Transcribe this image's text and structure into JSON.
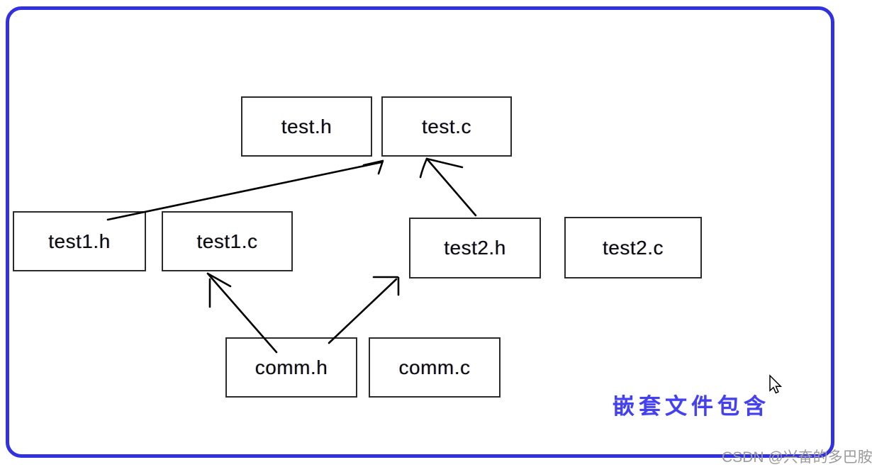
{
  "diagram": {
    "caption": "嵌套文件包含",
    "caption_color": "#4340ef",
    "frame_color": "#3231e2",
    "node_border_color": "#2b2b2b",
    "arrow_color": "#000000",
    "nodes": [
      {
        "id": "test-h",
        "label": "test.h"
      },
      {
        "id": "test-c",
        "label": "test.c"
      },
      {
        "id": "test1-h",
        "label": "test1.h"
      },
      {
        "id": "test1-c",
        "label": "test1.c"
      },
      {
        "id": "test2-h",
        "label": "test2.h"
      },
      {
        "id": "test2-c",
        "label": "test2.c"
      },
      {
        "id": "comm-h",
        "label": "comm.h"
      },
      {
        "id": "comm-c",
        "label": "comm.c"
      }
    ],
    "edges": [
      {
        "from": "test1.h",
        "to": "test.c"
      },
      {
        "from": "test2.h",
        "to": "test.c"
      },
      {
        "from": "comm.h",
        "to": "test1.c"
      },
      {
        "from": "comm.h",
        "to": "test2.h"
      }
    ]
  },
  "watermark": "CSDN @兴奋的多巴胺"
}
